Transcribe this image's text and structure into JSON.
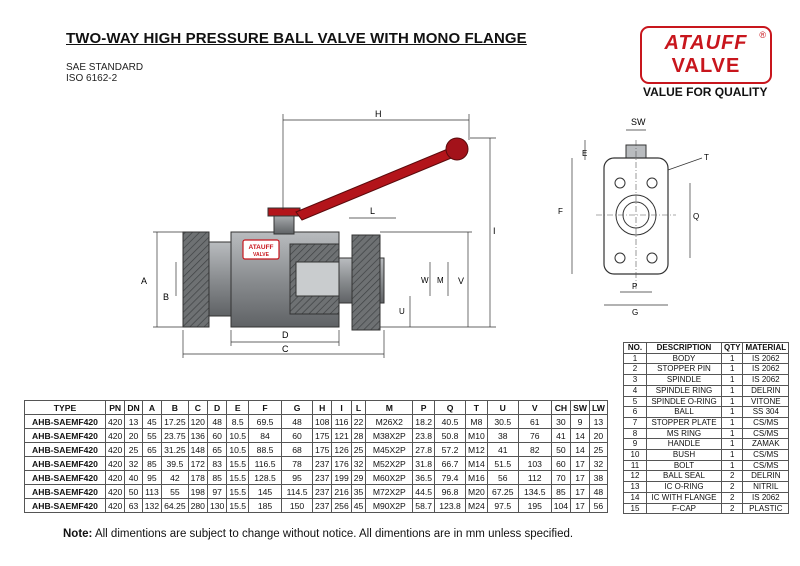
{
  "header": {
    "title": "TWO-WAY HIGH PRESSURE BALL VALVE WITH MONO FLANGE",
    "standard_1": "SAE STANDARD",
    "standard_2": "ISO 6162-2"
  },
  "logo": {
    "brand": "ATAUFF",
    "sub": "VALVE",
    "reg": "®",
    "tagline": "VALUE FOR QUALITY",
    "color": "#c8161d"
  },
  "drawing": {
    "body_brand": "ATAUFF",
    "body_sub": "VALVE",
    "labels": {
      "H": "H",
      "I": "I",
      "L": "L",
      "A": "A",
      "B": "B",
      "D": "D",
      "C": "C",
      "U": "U",
      "W": "W",
      "M": "M",
      "V": "V",
      "SW": "SW",
      "E": "E",
      "T": "T",
      "F": "F",
      "Q": "Q",
      "P": "P",
      "G": "G"
    },
    "colors": {
      "handle": "#b3141a",
      "body": "#8a8d90",
      "flange": "#6e7173"
    }
  },
  "spec_table": {
    "headers": [
      "TYPE",
      "PN",
      "DN",
      "A",
      "B",
      "C",
      "D",
      "E",
      "F",
      "G",
      "H",
      "I",
      "L",
      "M",
      "P",
      "Q",
      "T",
      "U",
      "V",
      "CH",
      "SW",
      "LW"
    ],
    "rows": [
      [
        "AHB-SAEMF420",
        "420",
        "13",
        "45",
        "17.25",
        "120",
        "48",
        "8.5",
        "69.5",
        "48",
        "108",
        "116",
        "22",
        "M26X2",
        "18.2",
        "40.5",
        "M8",
        "30.5",
        "61",
        "30",
        "9",
        "13"
      ],
      [
        "AHB-SAEMF420",
        "420",
        "20",
        "55",
        "23.75",
        "136",
        "60",
        "10.5",
        "84",
        "60",
        "175",
        "121",
        "28",
        "M38X2P",
        "23.8",
        "50.8",
        "M10",
        "38",
        "76",
        "41",
        "14",
        "20"
      ],
      [
        "AHB-SAEMF420",
        "420",
        "25",
        "65",
        "31.25",
        "148",
        "65",
        "10.5",
        "88.5",
        "68",
        "175",
        "126",
        "25",
        "M45X2P",
        "27.8",
        "57.2",
        "M12",
        "41",
        "82",
        "50",
        "14",
        "25"
      ],
      [
        "AHB-SAEMF420",
        "420",
        "32",
        "85",
        "39.5",
        "172",
        "83",
        "15.5",
        "116.5",
        "78",
        "237",
        "176",
        "32",
        "M52X2P",
        "31.8",
        "66.7",
        "M14",
        "51.5",
        "103",
        "60",
        "17",
        "32"
      ],
      [
        "AHB-SAEMF420",
        "420",
        "40",
        "95",
        "42",
        "178",
        "85",
        "15.5",
        "128.5",
        "95",
        "237",
        "199",
        "29",
        "M60X2P",
        "36.5",
        "79.4",
        "M16",
        "56",
        "112",
        "70",
        "17",
        "38"
      ],
      [
        "AHB-SAEMF420",
        "420",
        "50",
        "113",
        "55",
        "198",
        "97",
        "15.5",
        "145",
        "114.5",
        "237",
        "216",
        "35",
        "M72X2P",
        "44.5",
        "96.8",
        "M20",
        "67.25",
        "134.5",
        "85",
        "17",
        "48"
      ],
      [
        "AHB-SAEMF420",
        "420",
        "63",
        "132",
        "64.25",
        "280",
        "130",
        "15.5",
        "185",
        "150",
        "237",
        "256",
        "45",
        "M90X2P",
        "58.7",
        "123.8",
        "M24",
        "97.5",
        "195",
        "104",
        "17",
        "56"
      ]
    ]
  },
  "bom_table": {
    "headers": [
      "NO.",
      "DESCRIPTION",
      "QTY",
      "MATERIAL"
    ],
    "rows": [
      [
        "1",
        "BODY",
        "1",
        "IS 2062"
      ],
      [
        "2",
        "STOPPER PIN",
        "1",
        "IS 2062"
      ],
      [
        "3",
        "SPINDLE",
        "1",
        "IS 2062"
      ],
      [
        "4",
        "SPINDLE RING",
        "1",
        "DELRIN"
      ],
      [
        "5",
        "SPINDLE O-RING",
        "1",
        "VITONE"
      ],
      [
        "6",
        "BALL",
        "1",
        "SS 304"
      ],
      [
        "7",
        "STOPPER PLATE",
        "1",
        "CS/MS"
      ],
      [
        "8",
        "MS RING",
        "1",
        "CS/MS"
      ],
      [
        "9",
        "HANDLE",
        "1",
        "ZAMAK"
      ],
      [
        "10",
        "BUSH",
        "1",
        "CS/MS"
      ],
      [
        "11",
        "BOLT",
        "1",
        "CS/MS"
      ],
      [
        "12",
        "BALL SEAL",
        "2",
        "DELRIN"
      ],
      [
        "13",
        "IC O-RING",
        "2",
        "NITRIL"
      ],
      [
        "14",
        "IC WITH FLANGE",
        "2",
        "IS 2062"
      ],
      [
        "15",
        "F-CAP",
        "2",
        "PLASTIC"
      ]
    ]
  },
  "note": {
    "label": "Note:",
    "text": " All dimentions are subject to change without notice. All dimentions are in mm unless specified."
  }
}
